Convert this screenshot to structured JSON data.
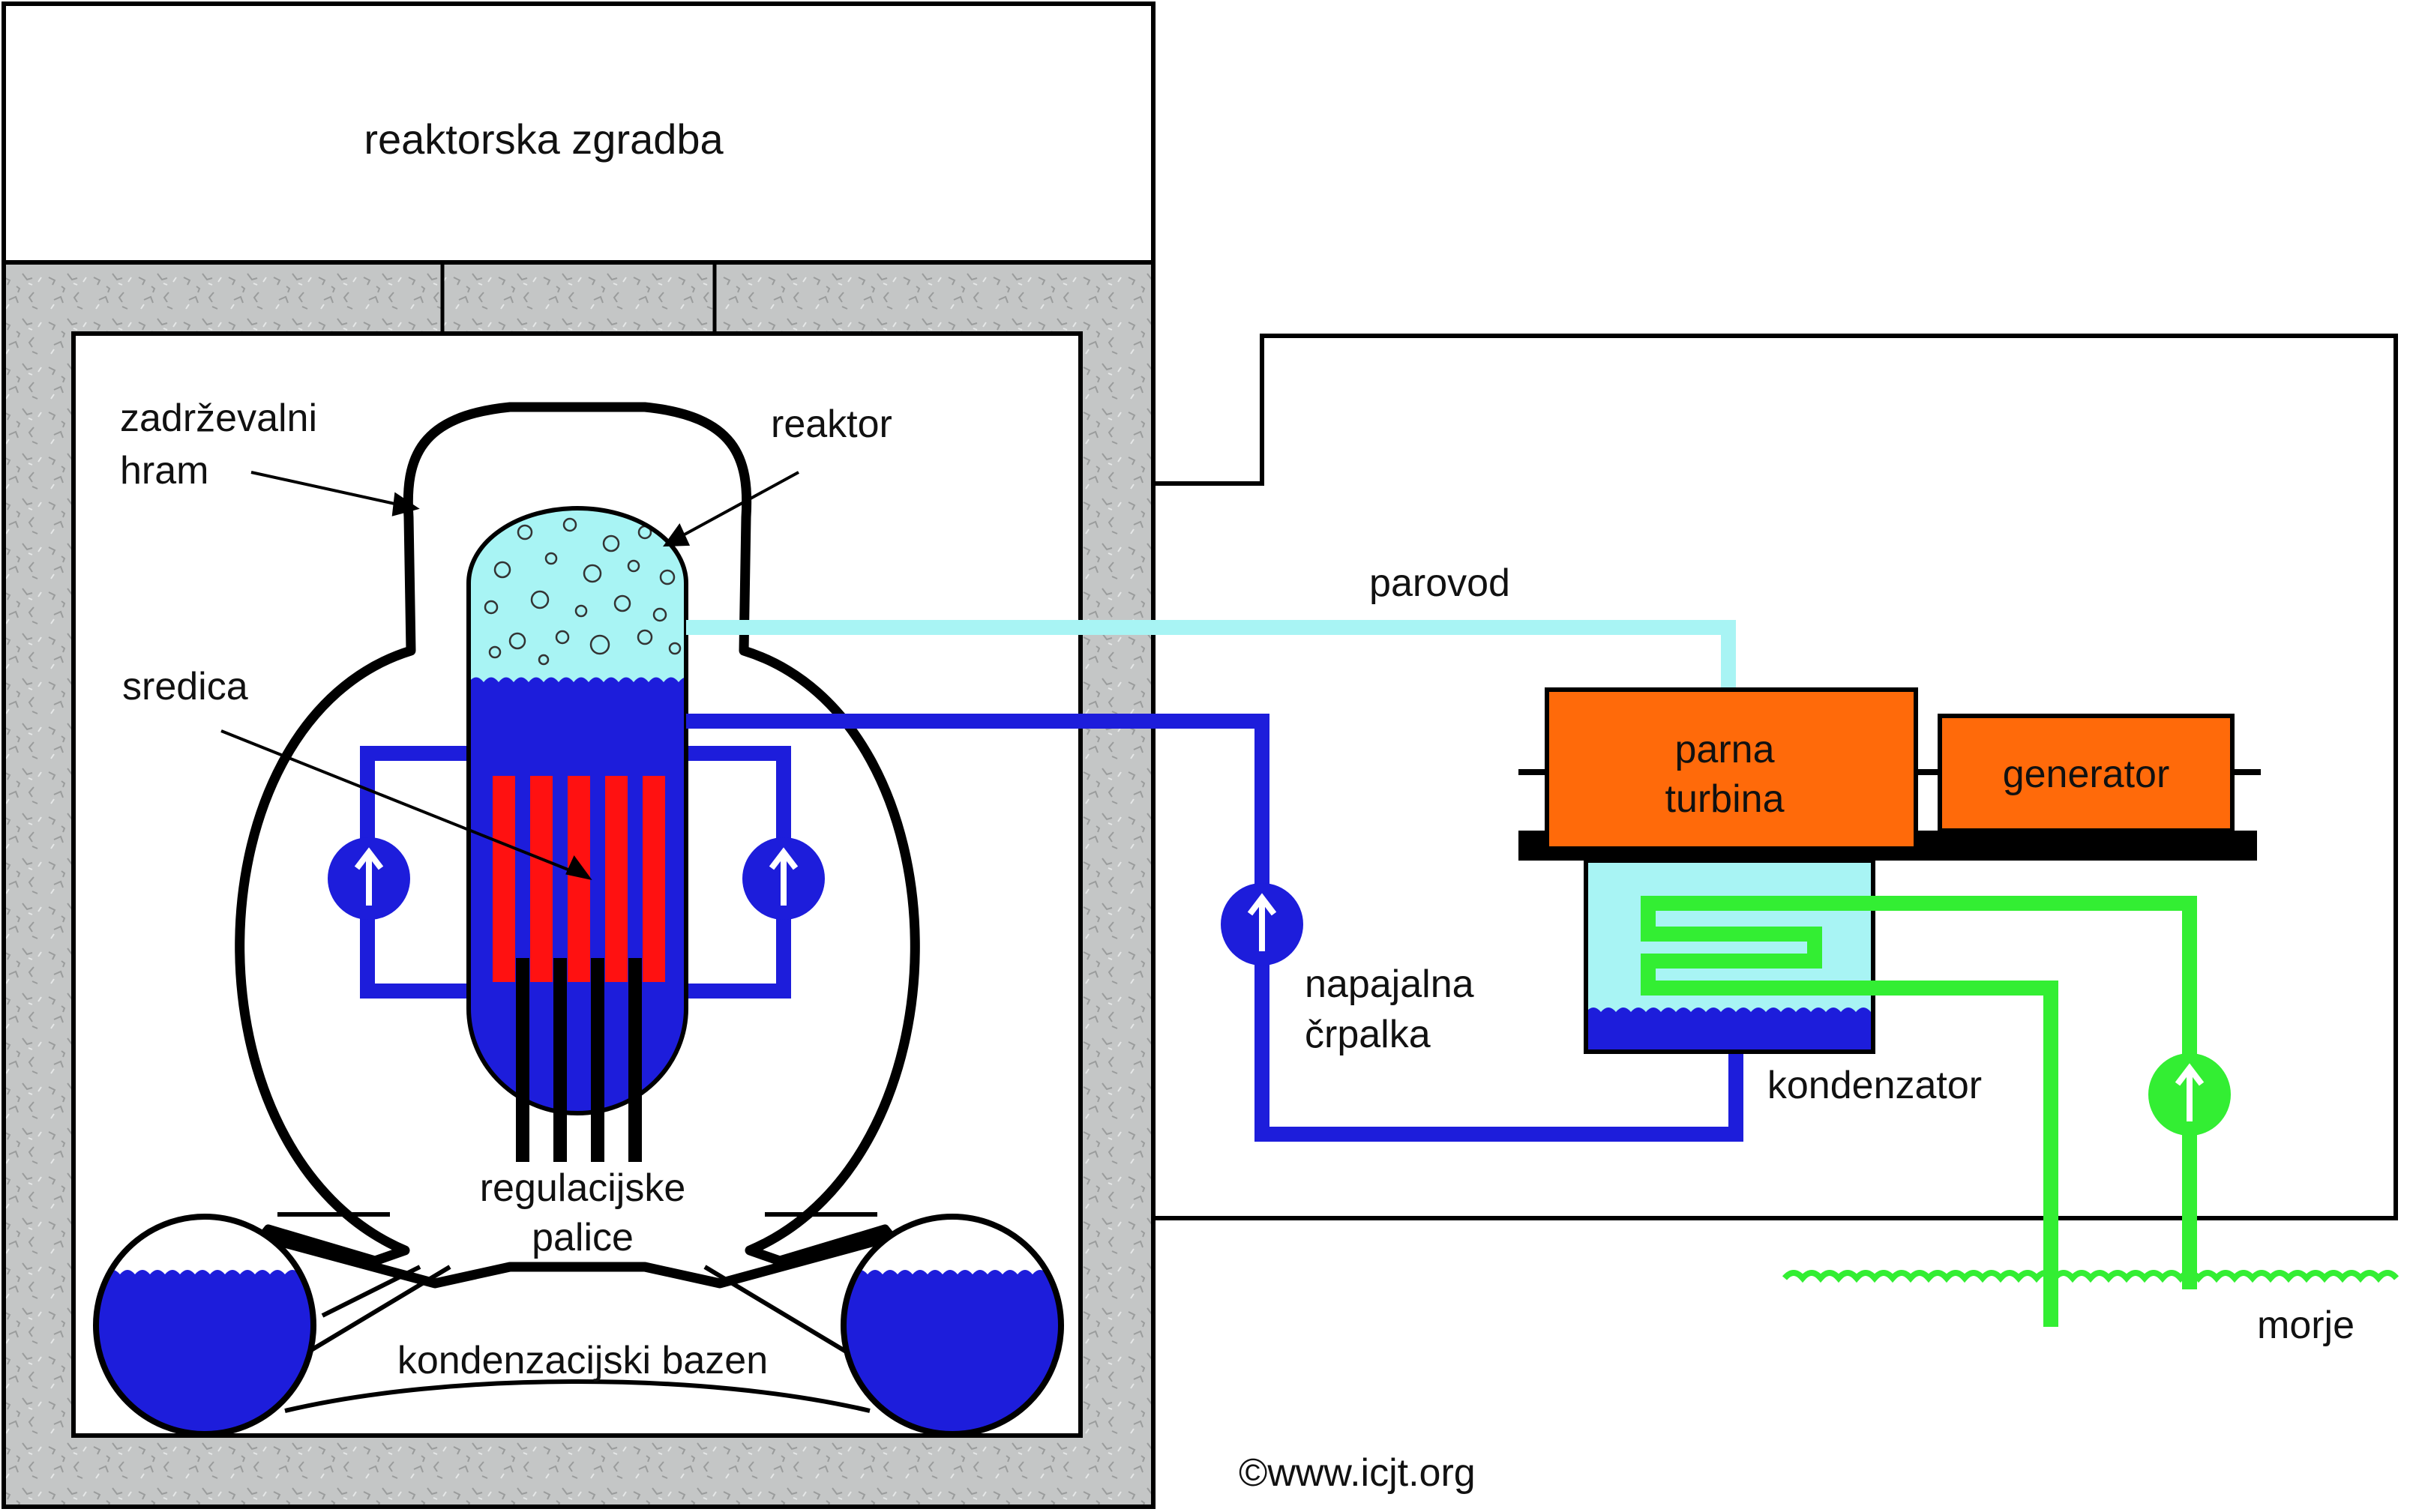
{
  "labels": {
    "reactor_building": "reaktorska zgradba",
    "containment_line1": "zadrževalni",
    "containment_line2": "hram",
    "reactor": "reaktor",
    "core": "sredica",
    "control_rods_line1": "regulacijske",
    "control_rods_line2": "palice",
    "condensation_pool": "kondenzacijski bazen",
    "steam_line": "parovod",
    "turbine_line1": "parna",
    "turbine_line2": "turbina",
    "generator": "generator",
    "feed_pump_line1": "napajalna",
    "feed_pump_line2": "črpalka",
    "condenser": "kondenzator",
    "sea": "morje",
    "copyright": "©www.icjt.org"
  },
  "colors": {
    "steam": "#a8f4f4",
    "water": "#1d1ddb",
    "fuel": "#ff1111",
    "turbine": "#ff6a0a",
    "cooling_water": "#33ee33",
    "concrete": "#c4c6c6",
    "outline": "#000000"
  },
  "icons": {
    "pump": "pump-arrow-icon",
    "bubble": "steam-bubble-icon",
    "wave": "water-wave-icon"
  }
}
